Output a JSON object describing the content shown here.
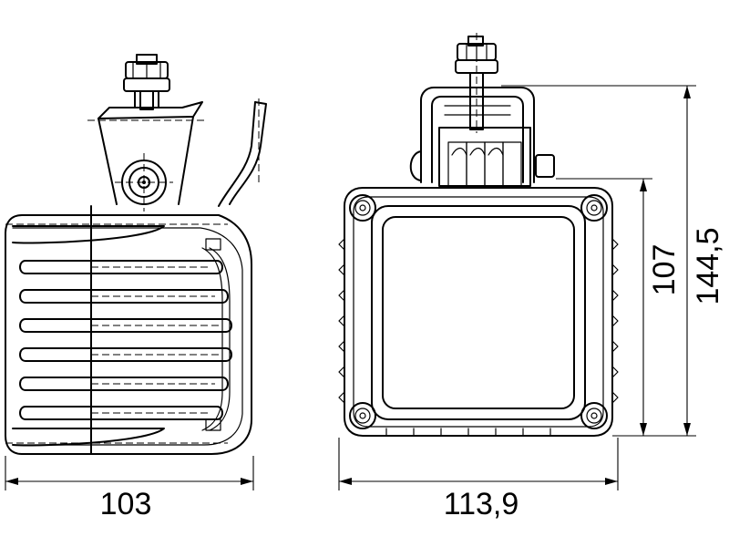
{
  "dimensions": {
    "width_side": "103",
    "width_front": "113,9",
    "height_lens": "107",
    "height_total": "144,5"
  }
}
